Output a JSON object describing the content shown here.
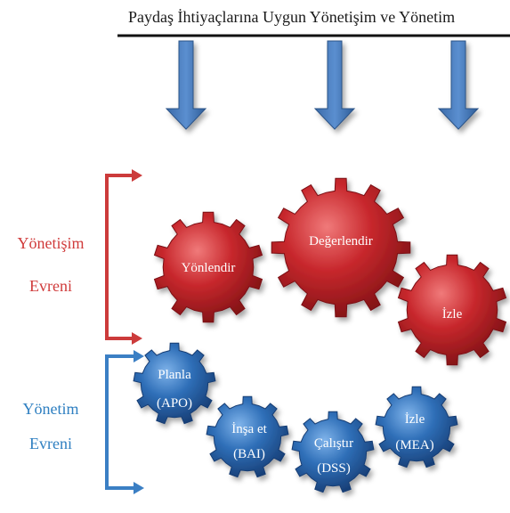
{
  "title": "Paydaş İhtiyaçlarına Uygun Yönetişim ve Yönetim",
  "governance": {
    "label_line1": "Yönetişim",
    "label_line2": "Evreni",
    "color": "#d03b3b"
  },
  "management": {
    "label_line1": "Yönetim",
    "label_line2": "Evreni",
    "color": "#2e7fc1"
  },
  "colors": {
    "red_gear": "#c0282c",
    "blue_gear": "#2f6fb8",
    "arrow": "#4f81bd"
  },
  "red_gears": {
    "yonlendir": "Yönlendir",
    "degerlendir": "Değerlendir",
    "izle": "İzle"
  },
  "blue_gears": {
    "planla": {
      "line1": "Planla",
      "line2": "(APO)"
    },
    "insa": {
      "line1": "İnşa et",
      "line2": "(BAI)"
    },
    "calistir": {
      "line1": "Çalıştır",
      "line2": "(DSS)"
    },
    "izle": {
      "line1": "İzle",
      "line2": "(MEA)"
    }
  }
}
